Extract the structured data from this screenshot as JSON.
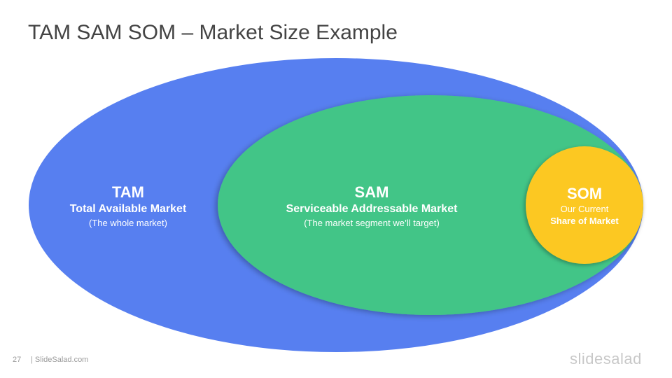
{
  "slide": {
    "title": "TAM SAM SOM – Market Size Example",
    "page_number": "27",
    "footer_site": "| SlideSalad.com",
    "brand": "slidesalad"
  },
  "diagram": {
    "colors": {
      "tam": "#577ff0",
      "sam": "#43c587",
      "som": "#fcc820",
      "text": "#ffffff"
    },
    "tam": {
      "heading": "TAM",
      "name": "Total Available Market",
      "description": "(The whole market)"
    },
    "sam": {
      "heading": "SAM",
      "name": "Serviceable Addressable Market",
      "description": "(The market segment we’ll target)"
    },
    "som": {
      "heading": "SOM",
      "line1": "Our Current",
      "line2": "Share of Market"
    }
  }
}
